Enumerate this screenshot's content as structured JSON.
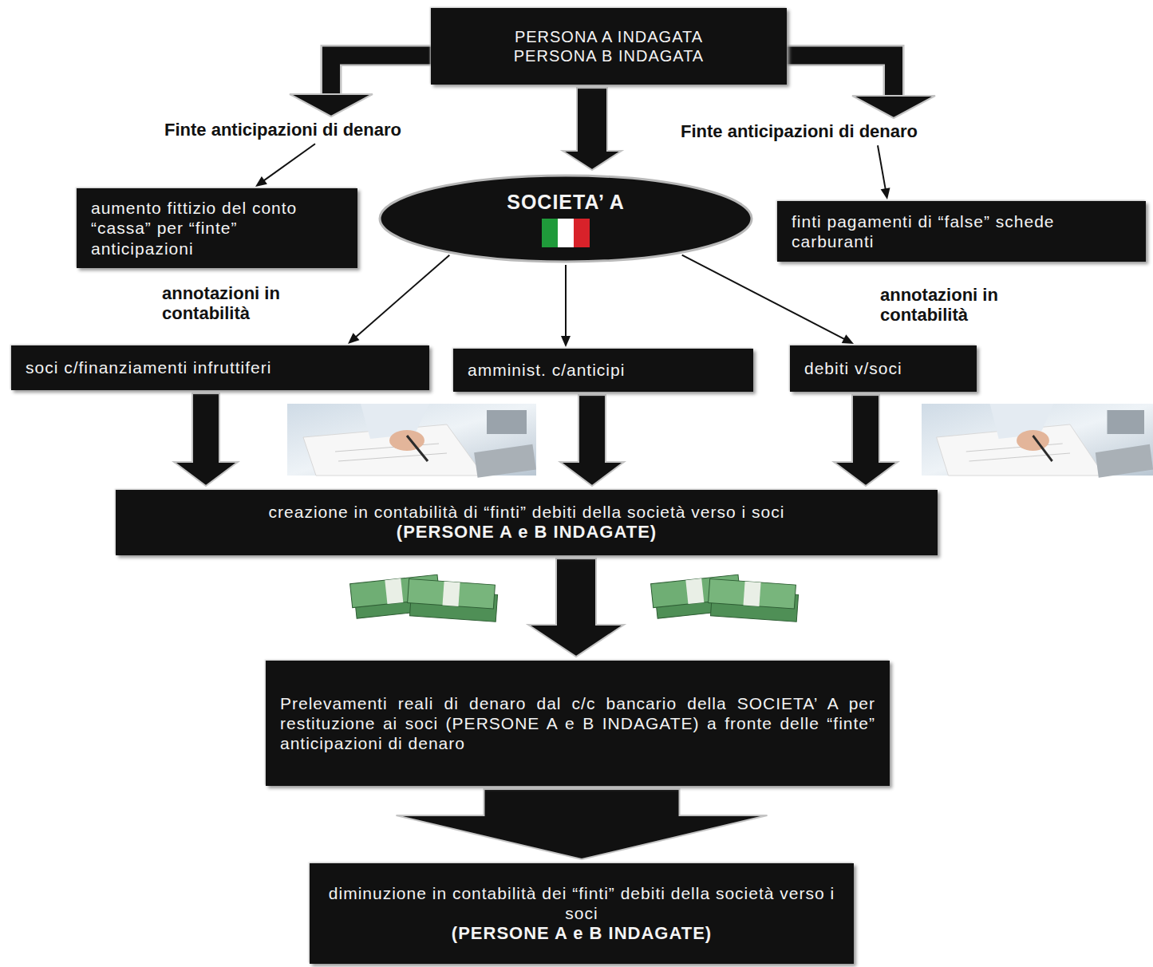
{
  "diagram": {
    "nodes": [
      {
        "text": [
          "PERSONA A INDAGATA PERSONA B INDAGATA"
        ]
      },
      {
        "text": [
          "aumento fittizio del conto “cassa” per “finte” anticipazioni"
        ]
      },
      {
        "text": [
          "SOCIETA’ A"
        ]
      },
      {
        "text": [
          "finti pagamenti di “false” schede carburanti"
        ]
      },
      {
        "text": [
          "soci c/finanziamenti infruttiferi"
        ]
      },
      {
        "text": [
          "amminist. c/anticipi"
        ]
      },
      {
        "text": [
          "debiti v/soci"
        ]
      },
      {
        "text": [
          "creazione in contabilità di “finti” debiti della società verso i soci",
          "(PERSONE A e B INDAGATE)"
        ]
      },
      {
        "text": [
          "Prelevamenti reali di denaro dal c/c bancario della SOCIETA’ A per restituzione ai soci (PERSONE A e B INDAGATE) a fronte delle “finte” anticipazioni di denaro"
        ]
      },
      {
        "text": [
          "diminuzione in contabilità dei “finti” debiti della società verso i soci",
          "(PERSONE A e B INDAGATE)"
        ]
      }
    ],
    "edges": [
      {
        "from": 0,
        "to": 1,
        "arrow": "to",
        "label": "Finte anticipazioni di denaro"
      },
      {
        "from": 0,
        "to": 2,
        "arrow": "to"
      },
      {
        "from": 0,
        "to": 3,
        "arrow": "to",
        "label": "Finte anticipazioni di denaro"
      },
      {
        "from": 2,
        "to": 4,
        "arrow": "to"
      },
      {
        "from": 2,
        "to": 5,
        "arrow": "to"
      },
      {
        "from": 2,
        "to": 6,
        "arrow": "to"
      },
      {
        "from": 4,
        "to": 7,
        "arrow": "to"
      },
      {
        "from": 5,
        "to": 7,
        "arrow": "to"
      },
      {
        "from": 6,
        "to": 7,
        "arrow": "to"
      },
      {
        "from": 7,
        "to": 8,
        "arrow": "to"
      },
      {
        "from": 8,
        "to": 9,
        "arrow": "to"
      }
    ],
    "labels": [
      "annotazioni in contabilità",
      "annotazioni in contabilità"
    ]
  }
}
